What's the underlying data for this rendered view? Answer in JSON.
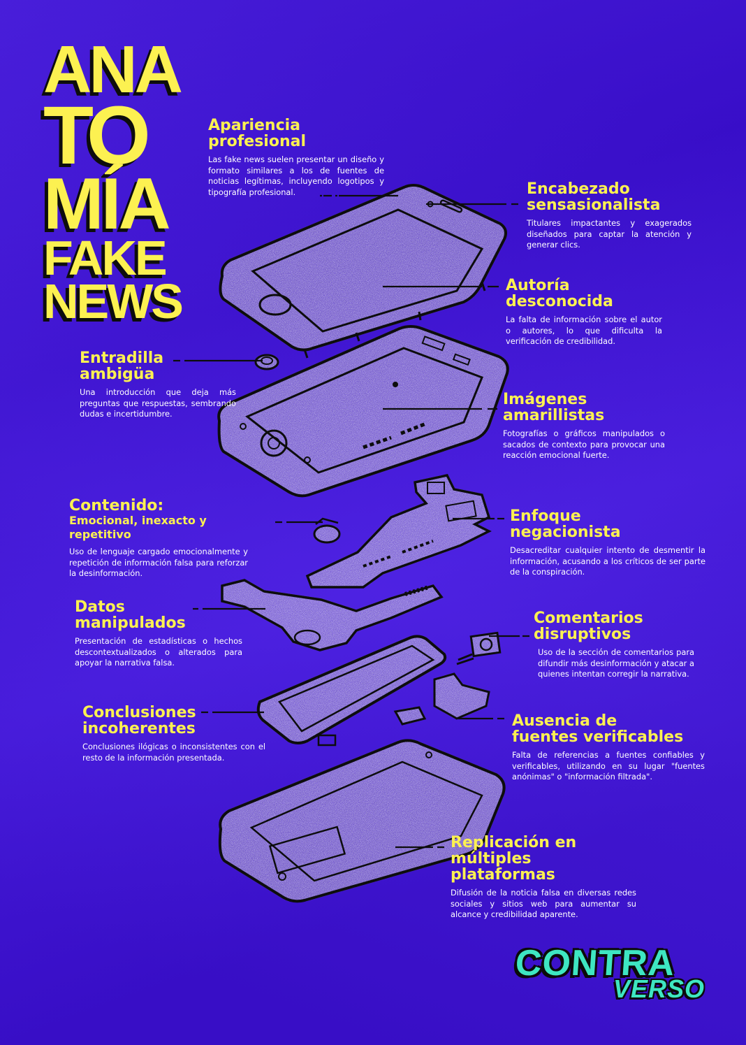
{
  "title": {
    "line1": "ANA",
    "line2": "TO",
    "line3": "MÍA",
    "line4": "FAKE",
    "line5": "NEWS"
  },
  "callouts": {
    "apariencia": {
      "title_1": "Apariencia",
      "title_2": "profesional",
      "text": "Las fake news suelen presentar un diseño y formato similares a los de fuentes de noticias legítimas, incluyendo logotipos y tipografía profesional."
    },
    "encabezado": {
      "title_1": "Encabezado",
      "title_2": "sensasionalista",
      "text": "Titulares impactantes y exagerados diseñados para captar la atención y generar clics."
    },
    "autoria": {
      "title_1": "Autoría",
      "title_2": "desconocida",
      "text": "La falta de información sobre el autor o autores, lo que dificulta la verificación de credibilidad."
    },
    "entradilla": {
      "title_1": "Entradilla",
      "title_2": "ambigüa",
      "text": "Una introducción que deja más preguntas que respuestas, sembrando dudas e incertidumbre."
    },
    "imagenes": {
      "title_1": "Imágenes",
      "title_2": "amarillistas",
      "text": "Fotografías o gráficos manipulados o sacados de contexto para provocar una reacción emocional fuerte."
    },
    "contenido": {
      "title_1": "Contenido:",
      "subtitle": "Emocional, inexacto y repetitivo",
      "text": "Uso de lenguaje cargado emocionalmente y repetición de información falsa para reforzar la desinformación."
    },
    "enfoque": {
      "title_1": "Enfoque",
      "title_2": "negacionista",
      "text": "Desacreditar cualquier intento de desmentir la información, acusando a los críticos de ser parte de la conspiración."
    },
    "datos": {
      "title_1": "Datos",
      "title_2": "manipulados",
      "text": "Presentación de estadísticas o hechos descontextualizados o alterados para apoyar la narrativa falsa."
    },
    "comentarios": {
      "title_1": "Comentarios",
      "title_2": "disruptivos",
      "text": "Uso de la sección de comentarios para difundir más desinformación y atacar a quienes intentan corregir la narrativa."
    },
    "conclusiones": {
      "title_1": "Conclusiones",
      "title_2": "incoherentes",
      "text": "Conclusiones ilógicas o inconsistentes con el resto de la información presentada."
    },
    "ausencia": {
      "title_1": "Ausencia de",
      "title_2": "fuentes verificables",
      "text": "Falta de referencias a fuentes confiables y verificables, utilizando en su lugar \"fuentes anónimas\" o \"información filtrada\"."
    },
    "replicacion": {
      "title_1": "Replicación en",
      "title_2": "múltiples plataformas",
      "text": "Difusión de la noticia falsa en diversas redes sociales y sitios web para aumentar su alcance y credibilidad aparente."
    }
  },
  "logo": {
    "word1": "CONTRA",
    "word2": "VERSO"
  },
  "colors": {
    "background": "#3f10e0",
    "accent_yellow": "#fcf151",
    "logo_teal": "#3ee6c2",
    "text_white": "#ffffff",
    "part_fill": "#9a9a9a",
    "outline": "#0d0d0d"
  },
  "icons": {
    "diagram": "exploded-smartphone-illustration",
    "leader": "dashed-leader-line"
  }
}
